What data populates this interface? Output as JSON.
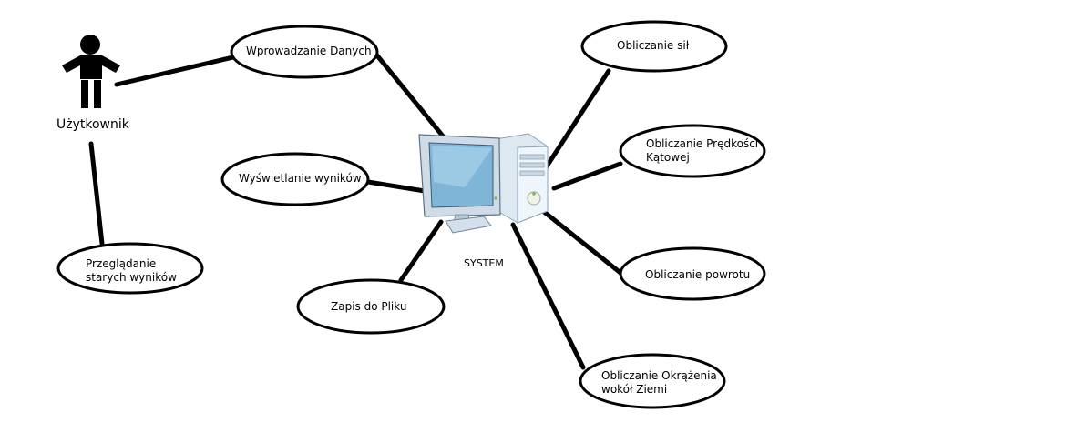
{
  "actor": {
    "label": "Użytkownik",
    "icon": "user-stick-figure-icon"
  },
  "system": {
    "label": "SYSTEM",
    "icon": "desktop-computer-icon"
  },
  "use_cases": {
    "wprowadzanie": "Wprowadzanie Danych",
    "wyswietlanie": "Wyświetlanie wyników",
    "przegladanie": "Przeglądanie starych wyników",
    "zapis": "Zapis do Pliku",
    "sil": "Obliczanie sił",
    "predkosci": "Obliczanie Prędkości Kątowej",
    "powrotu": "Obliczanie powrotu",
    "okrazenia": "Obliczanie Okrążenia wokół Ziemi"
  },
  "colors": {
    "line": "#000000",
    "ellipse_fill": "#ffffff",
    "monitor_screen": "#7fb6d8",
    "case_body": "#eaf2f8"
  }
}
